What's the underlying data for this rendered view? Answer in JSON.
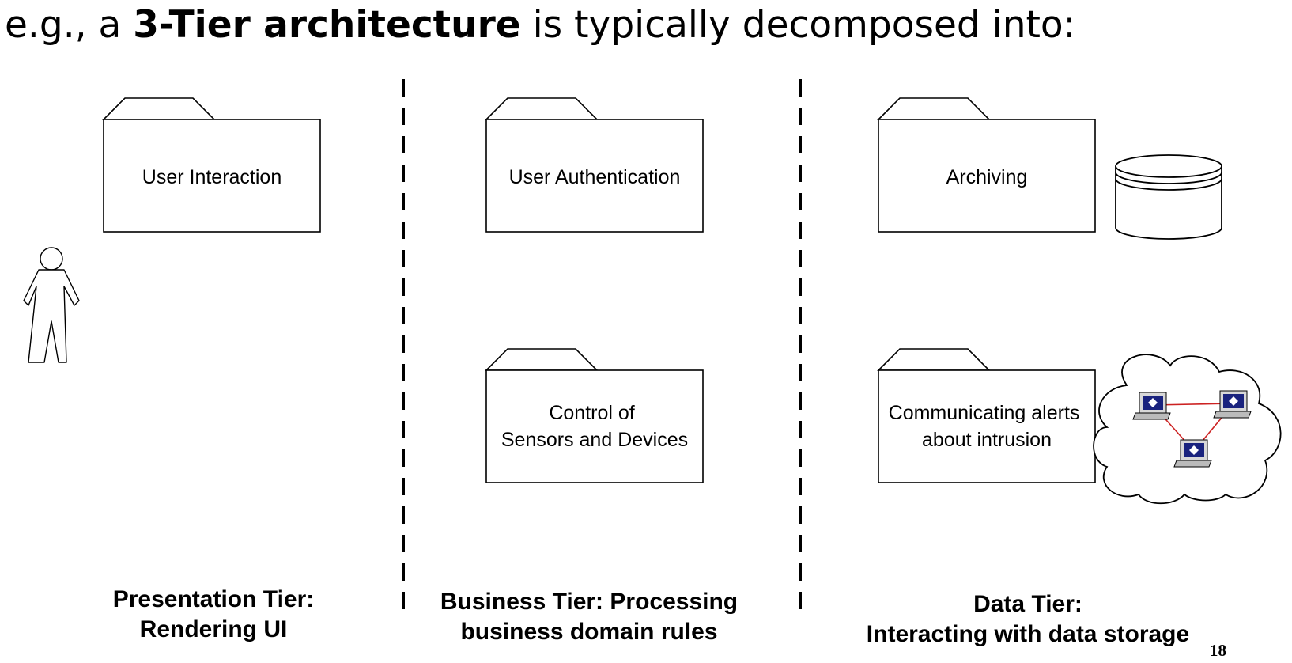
{
  "title": {
    "prefix": "e.g., a ",
    "emphasis": "3-Tier architecture",
    "suffix": " is typically decomposed into:"
  },
  "packages": {
    "user_interaction": [
      "User Interaction"
    ],
    "user_authentication": [
      "User Authentication"
    ],
    "control_sensors": [
      "Control of",
      "Sensors and Devices"
    ],
    "archiving": [
      "Archiving"
    ],
    "communicating_alerts": [
      "Communicating alerts",
      "about intrusion"
    ]
  },
  "tiers": {
    "presentation": {
      "line1": "Presentation Tier:",
      "line2": "Rendering UI"
    },
    "business": {
      "line1": "Business Tier:  Processing",
      "line2": "business domain rules"
    },
    "data": {
      "line1": "Data Tier:",
      "line2": "Interacting with data storage"
    }
  },
  "page_number": "18",
  "colors": {
    "stroke": "#000000",
    "network_link": "#cc2222",
    "monitor_screen": "#1a237e"
  },
  "icons": [
    "actor-icon",
    "database-icon",
    "network-cloud-icon"
  ]
}
